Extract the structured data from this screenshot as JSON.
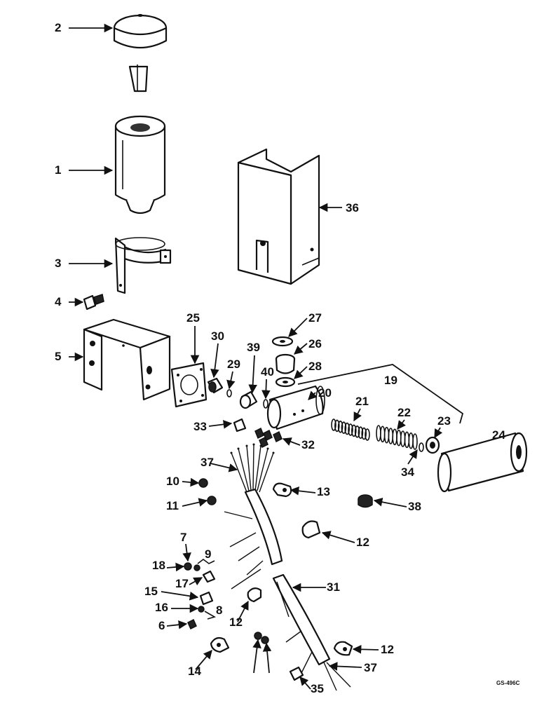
{
  "diagram": {
    "callouts": [
      "1",
      "2",
      "3",
      "4",
      "5",
      "6",
      "7",
      "8",
      "9",
      "10",
      "11",
      "12",
      "13",
      "14",
      "15",
      "16",
      "17",
      "18",
      "19",
      "20",
      "21",
      "22",
      "23",
      "24",
      "25",
      "26",
      "27",
      "28",
      "29",
      "30",
      "31",
      "32",
      "33",
      "34",
      "35",
      "36",
      "37",
      "38",
      "39",
      "40"
    ],
    "figure_code": "GS-496C"
  }
}
